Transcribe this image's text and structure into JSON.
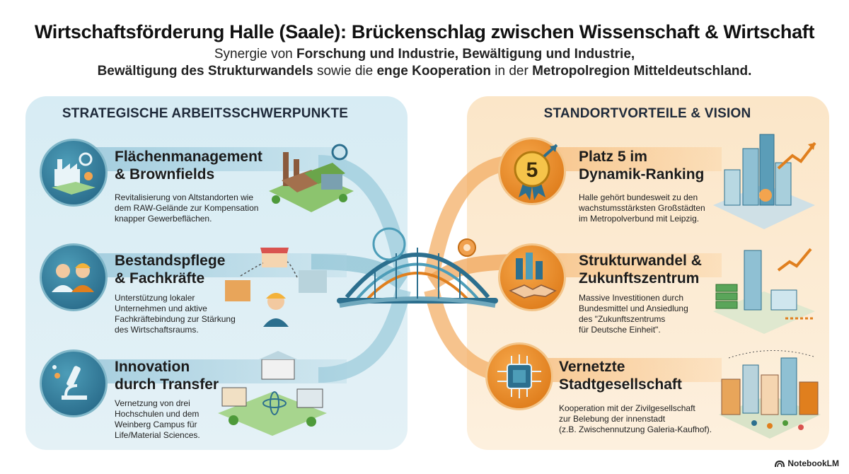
{
  "header": {
    "title": "Wirtschaftsförderung Halle (Saale): Brückenschlag zwischen Wissenschaft & Wirtschaft",
    "subtitle_line1": [
      {
        "text": "Synergie von ",
        "bold": false
      },
      {
        "text": "Forschung und Industrie, Bewältigung und Industrie,",
        "bold": true
      }
    ],
    "subtitle_line2": [
      {
        "text": "Bewältigung des Strukturwandels",
        "bold": true
      },
      {
        "text": " sowie die ",
        "bold": false
      },
      {
        "text": "enge Kooperation",
        "bold": true
      },
      {
        "text": " in der ",
        "bold": false
      },
      {
        "text": "Metropolregion Mitteldeutschland.",
        "bold": true
      }
    ]
  },
  "left_panel": {
    "heading": "STRATEGISCHE ARBEITSSCHWERPUNKTE",
    "items": [
      {
        "title_l1": "Flächenmanagement",
        "title_l2": "& Brownfields",
        "text": [
          "Revitalisierung von Altstandorten wie",
          "dem RAW-Gelände zur Kompensation",
          "knapper Gewerbeflächen."
        ],
        "icon": "factory-map-icon"
      },
      {
        "title_l1": "Bestandspflege",
        "title_l2": "& Fachkräfte",
        "text": [
          "Unterstützung lokaler",
          "Unternehmen und aktive",
          "Fachkräftebindung zur Stärkung",
          "des Wirtschaftsraums."
        ],
        "icon": "workers-icon"
      },
      {
        "title_l1": "Innovation",
        "title_l2": "durch Transfer",
        "text": [
          "Vernetzung von drei",
          "Hochschulen und dem",
          "Weinberg Campus für",
          "Life/Material Sciences."
        ],
        "icon": "microscope-icon"
      }
    ]
  },
  "right_panel": {
    "heading": "STANDORTVORTEILE & VISION",
    "items": [
      {
        "title_l1": "Platz 5 im",
        "title_l2": "Dynamik-Ranking",
        "text": [
          "Halle gehört bundesweit zu den",
          "wachstumsstärksten Großstädten",
          "im Metropolverbund mit Leipzig."
        ],
        "icon": "medal-icon",
        "medal_number": "5"
      },
      {
        "title_l1": "Strukturwandel &",
        "title_l2": "Zukunftszentrum",
        "text": [
          "Massive Investitionen durch",
          "Bundesmittel und Ansiedlung",
          "des \"Zukunftszentrums",
          "für Deutsche Einheit\"."
        ],
        "icon": "handshake-icon"
      },
      {
        "title_l1": "Vernetzte",
        "title_l2": "Stadtgesellschaft",
        "text": [
          "Kooperation mit der Zivilgesellschaft",
          "zur Belebung der innenstadt",
          "(z.B. Zwischennutzung Galeria-Kaufhof)."
        ],
        "icon": "chip-icon"
      }
    ]
  },
  "brand": "NotebookLM",
  "colors": {
    "blue": "#2c6f8e",
    "orange": "#e07f1e",
    "left_bg": "#d7ecf4",
    "right_bg": "#fbe6c8"
  }
}
